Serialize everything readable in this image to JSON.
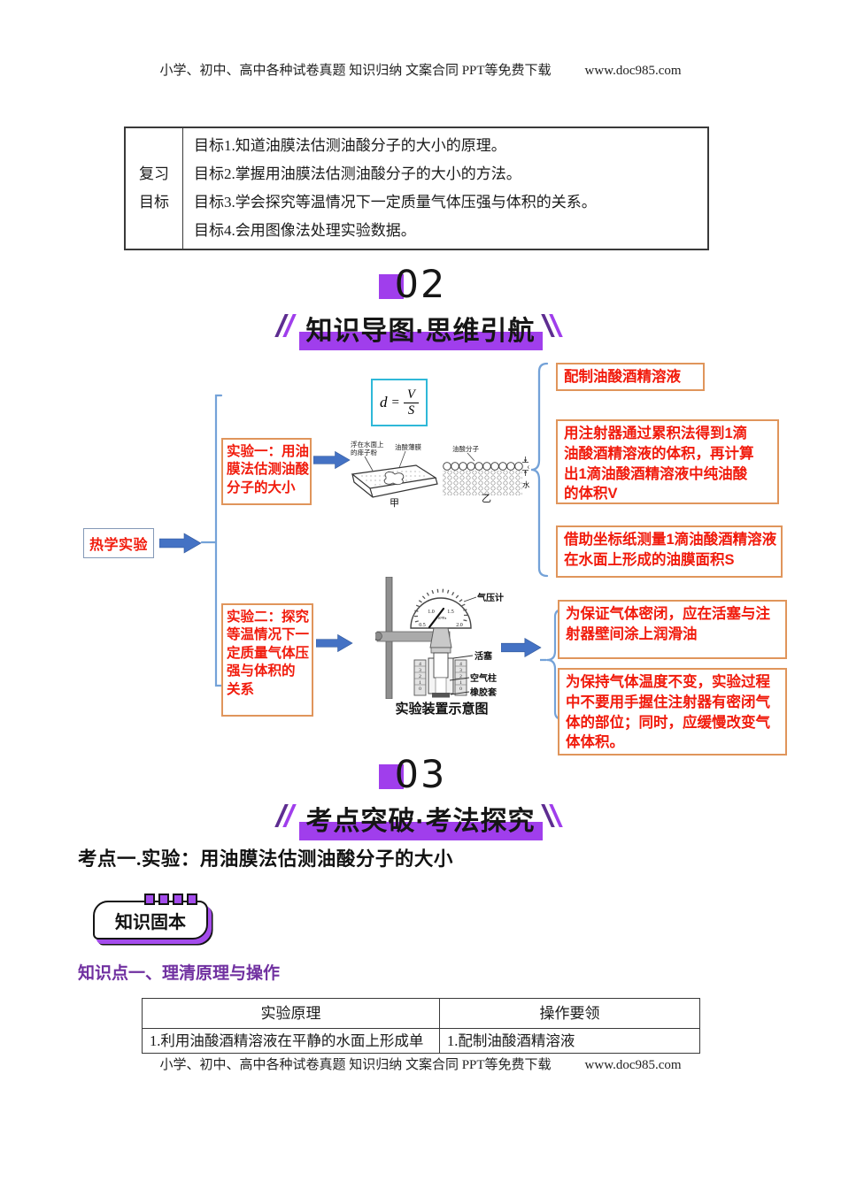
{
  "page": {
    "header_left": "小学、初中、高中各种试卷真题 知识归纳 文案合同 PPT等免费下载",
    "header_right": "www.doc985.com",
    "footer_left": "小学、初中、高中各种试卷真题 知识归纳 文案合同 PPT等免费下载",
    "footer_right": "www.doc985.com"
  },
  "review": {
    "header_line1": "复习",
    "header_line2": "目标",
    "goals": [
      "目标1.知道油膜法估测油酸分子的大小的原理。",
      "目标2.掌握用油膜法估测油酸分子的大小的方法。",
      "目标3.学会探究等温情况下一定质量气体压强与体积的关系。",
      "目标4.会用图像法处理实验数据。"
    ]
  },
  "section02": {
    "number": "02",
    "title": "知识导图·思维引航"
  },
  "section03": {
    "number": "03",
    "title": "考点突破·考法探究"
  },
  "mindmap": {
    "root": "热学实验",
    "exp1_lines": [
      "实验一：用油",
      "膜法估测油酸",
      "分子的大小"
    ],
    "exp2_lines": [
      "实验二：探究",
      "等温情况下一",
      "定质量气体压",
      "强与体积的",
      "关系"
    ],
    "formula": {
      "lhs": "d",
      "eq": "=",
      "num": "V",
      "den": "S"
    },
    "tray": {
      "label_powder_line1": "浮在水面上",
      "label_powder_line2": "的痱子粉",
      "label_film": "油酸薄膜",
      "caption": "甲"
    },
    "molecules": {
      "label": "油酸分子",
      "water": "水",
      "thickness": "d",
      "caption": "乙"
    },
    "apparatus": {
      "gauge_label": "气压计",
      "piston_label": "活塞",
      "air_label": "空气柱",
      "rubber_label": "橡胶套",
      "unit": "×10⁵Pa",
      "dial": [
        "0.5",
        "1.0",
        "1.5",
        "2.0"
      ],
      "syringe_scale": [
        "4",
        "3",
        "2",
        "1",
        "0"
      ],
      "caption": "实验装置示意图"
    },
    "exp1_notes": [
      {
        "lines": [
          "配制油酸酒精溶液"
        ]
      },
      {
        "lines": [
          "用注射器通过累积法得到1滴",
          "油酸酒精溶液的体积，再计算",
          "出1滴油酸酒精溶液中纯油酸",
          "的体积V"
        ]
      },
      {
        "lines": [
          "借助坐标纸测量1滴油酸酒精溶液",
          "在水面上形成的油膜面积S"
        ]
      }
    ],
    "exp2_notes": [
      {
        "lines": [
          "为保证气体密闭，应在活塞与注",
          "射器壁间涂上润滑油"
        ]
      },
      {
        "lines": [
          "为保持气体温度不变，实验过程",
          "中不要用手握住注射器有密闭气",
          "体的部位；同时，应缓慢改变气",
          "体体积。"
        ]
      }
    ]
  },
  "kaodian": {
    "heading": "考点一.实验：用油膜法估测油酸分子的大小"
  },
  "badge": {
    "label": "知识固本"
  },
  "knowledge_point": {
    "heading": "知识点一、理清原理与操作"
  },
  "principle_table": {
    "col1_header": "实验原理",
    "col2_header": "操作要领",
    "rows": [
      {
        "col1": "1.利用油酸酒精溶液在平静的水面上形成单",
        "col2": "1.配制油酸酒精溶液"
      }
    ]
  },
  "colors": {
    "accent_purple": "#A03EEC",
    "heading_purple": "#7030A0",
    "note_red": "#F11B0C",
    "note_border_orange": "#E0955B",
    "arrow_blue": "#4472C4",
    "brace_blue": "#74A2D8",
    "formula_border_cyan": "#2FB8D8",
    "root_border_blue": "#8499B7"
  }
}
